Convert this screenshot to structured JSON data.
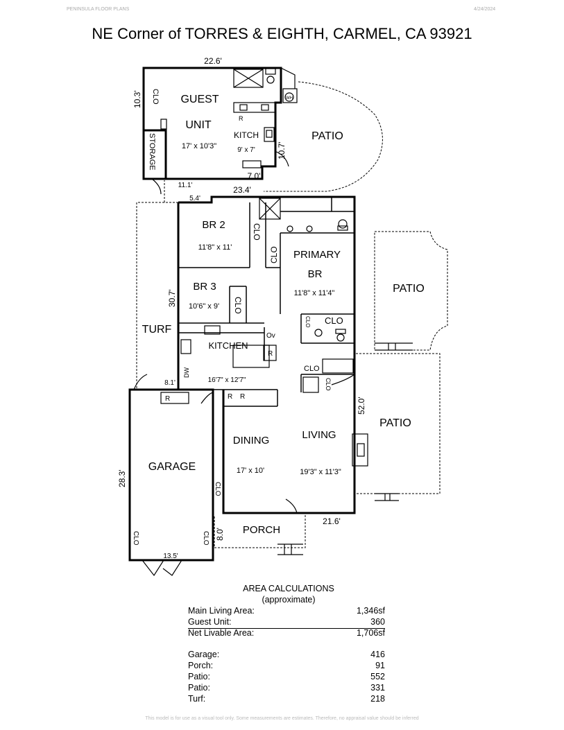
{
  "header": {
    "company": "PENINSULA FLOOR PLANS",
    "date": "4/24/2024",
    "title": "NE Corner of TORRES & EIGHTH, CARMEL, CA  93921"
  },
  "dims": {
    "guest_width": "22.6'",
    "guest_left": "10.3'",
    "kitch_right": "10.7'",
    "kitch_bottom": "7.0'",
    "storage_bottom": "11.1'",
    "main_top": "23.4'",
    "main_top_left": "5.4'",
    "main_left": "30.7'",
    "garage_top": "8.1'",
    "garage_left": "28.3'",
    "garage_bottom": "13.5'",
    "main_right": "52.0'",
    "main_bottom": "21.6'",
    "porch_left": "8.0'"
  },
  "rooms": {
    "guest": "GUEST",
    "unit": "UNIT",
    "guest_size": "17' x 10'3\"",
    "kitch": "KITCH",
    "kitch_size": "9' x 7'",
    "storage": "STORAGE",
    "patio": "PATIO",
    "br2": "BR 2",
    "br2_size": "11'8\" x 11'",
    "br3": "BR 3",
    "br3_size": "10'6\" x 9'",
    "primary1": "PRIMARY",
    "primary2": "BR",
    "primary_size": "11'8\" x 11'4\"",
    "turf": "TURF",
    "kitchen": "KITCHEN",
    "kitchen_size": "16'7\" x 12'7\"",
    "dining": "DINING",
    "dining_size": "17' x 10'",
    "living": "LIVING",
    "living_size": "19'3\" x 11'3\"",
    "garage": "GARAGE",
    "porch": "PORCH"
  },
  "labels": {
    "clo": "CLO",
    "r": "R",
    "ov": "Ov",
    "dw": "DW",
    "wh": "WH"
  },
  "area": {
    "title": "AREA CALCULATIONS",
    "subtitle": "(approximate)",
    "rows": [
      {
        "k": "Main Living Area:",
        "v": "1,346sf"
      },
      {
        "k": "Guest Unit:",
        "v": "360"
      },
      {
        "k": "Net Livable Area:",
        "v": "1,706sf"
      },
      {
        "k": "Garage:",
        "v": "416"
      },
      {
        "k": "Porch:",
        "v": "91"
      },
      {
        "k": "Patio:",
        "v": "552"
      },
      {
        "k": "Patio:",
        "v": "331"
      },
      {
        "k": "Turf:",
        "v": "218"
      }
    ]
  },
  "footer": "This model is for use as a visual tool only. Some measurements are estimates. Therefore, no appraisal value should be inferred"
}
